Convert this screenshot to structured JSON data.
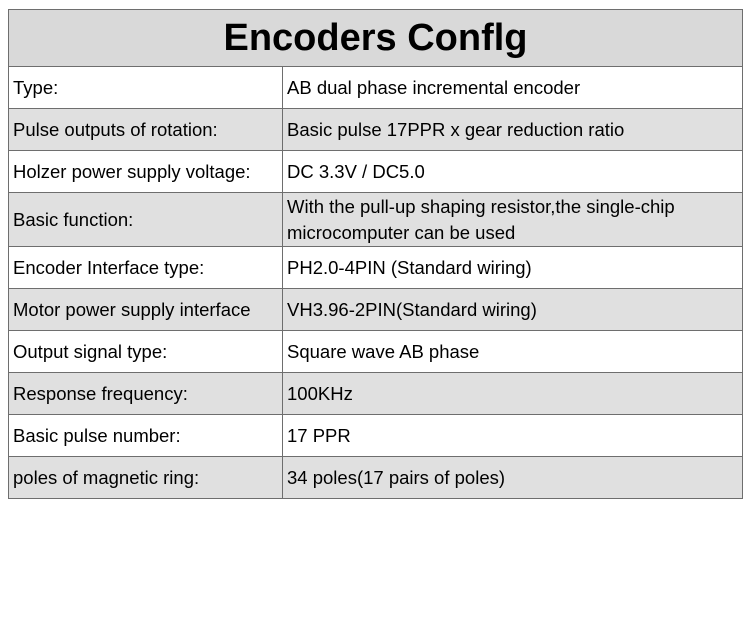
{
  "title": "Encoders Conflg",
  "colors": {
    "header_bg": "#d9d9d9",
    "row_shade": "#e0e0e0",
    "row_plain": "#ffffff",
    "border": "#6e6e6e"
  },
  "rows": [
    {
      "label": "Type:",
      "value": "AB dual phase incremental encoder"
    },
    {
      "label": "Pulse outputs of rotation:",
      "value": "Basic pulse 17PPR x gear reduction ratio"
    },
    {
      "label": "Holzer power supply voltage:",
      "value": "DC 3.3V / DC5.0"
    },
    {
      "label": "Basic function:",
      "value": "With the pull-up shaping resistor,the single-chip microcomputer can be used"
    },
    {
      "label": "Encoder Interface type:",
      "value": "PH2.0-4PIN (Standard  wiring)"
    },
    {
      "label": "Motor power supply interface",
      "value": "VH3.96-2PIN(Standard  wiring)"
    },
    {
      "label": "Output signal type:",
      "value": "Square wave AB phase"
    },
    {
      "label": "Response frequency:",
      "value": "100KHz"
    },
    {
      "label": "Basic pulse number:",
      "value": "17 PPR"
    },
    {
      "label": "poles of magnetic ring:",
      "value": "34 poles(17 pairs of poles)"
    }
  ]
}
